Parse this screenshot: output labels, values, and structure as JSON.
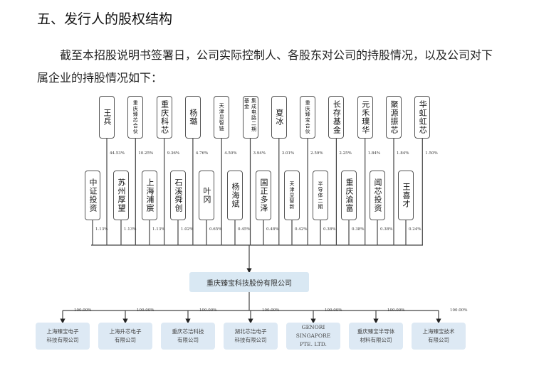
{
  "title": "五、发行人的股权结构",
  "paragraph": "截至本招股说明书签署日，公司实际控制人、各股东对公司的持股情况，以及公司对下属企业的持股情况如下：",
  "top_row": [
    {
      "name": "王兵",
      "pct": "44.53%",
      "big": true
    },
    {
      "name": "重庆臻芯合伙",
      "pct": "10.25%",
      "big": false
    },
    {
      "name": "重庆科芯",
      "pct": "9.36%",
      "big": true
    },
    {
      "name": "杨璐",
      "pct": "4.76%",
      "big": true
    },
    {
      "name": "天津显智链",
      "pct": "4.50%",
      "big": false
    },
    {
      "name": "集成电路二期基金",
      "pct": "3.94%",
      "big": false
    },
    {
      "name": "夏冰",
      "pct": "3.01%",
      "big": true
    },
    {
      "name": "重庆臻宝合伙",
      "pct": "2.59%",
      "big": false
    },
    {
      "name": "长存基金",
      "pct": "2.25%",
      "big": true
    },
    {
      "name": "元禾璞华",
      "pct": "1.84%",
      "big": true
    },
    {
      "name": "聚源振芯",
      "pct": "1.84%",
      "big": true
    },
    {
      "name": "华虹虹芯",
      "pct": "1.50%",
      "big": true
    }
  ],
  "second_row": [
    {
      "name": "中证投资",
      "pct": "1.13%",
      "big": true
    },
    {
      "name": "苏州厚望",
      "pct": "1.13%",
      "big": true
    },
    {
      "name": "上海浦宸",
      "pct": "1.13%",
      "big": true
    },
    {
      "name": "石溪舜创",
      "pct": "1.02%",
      "big": true
    },
    {
      "name": "叶冈",
      "pct": "0.65%",
      "big": true
    },
    {
      "name": "杨海斌",
      "pct": "0.45%",
      "big": true
    },
    {
      "name": "国正多泽",
      "pct": "0.48%",
      "big": true
    },
    {
      "name": "天津显智新",
      "pct": "0.42%",
      "big": false
    },
    {
      "name": "半导体二期",
      "pct": "0.38%",
      "big": false
    },
    {
      "name": "重庆渝富",
      "pct": "0.38%",
      "big": true
    },
    {
      "name": "闻芯投资",
      "pct": "0.38%",
      "big": true
    },
    {
      "name": "王喜才",
      "pct": "0.24%",
      "big": true
    }
  ],
  "company": "重庆臻宝科技股份有限公司",
  "subsidiaries": [
    {
      "line1": "上海臻宝电子",
      "line2": "科技有限公司",
      "pct": "100.00%"
    },
    {
      "line1": "上海升芯电子",
      "line2": "有限公司",
      "pct": "100.00%"
    },
    {
      "line1": "重庆芯洁科技",
      "line2": "有限公司",
      "pct": "100.00%"
    },
    {
      "line1": "湖北芯洁电子",
      "line2": "科技有限公司",
      "pct": "100.00%"
    },
    {
      "line1": "GENORI SINGAPORE",
      "line2": "PTE. LTD.",
      "pct": "100.00%"
    },
    {
      "line1": "重庆臻宝半导体",
      "line2": "材料有限公司",
      "pct": "100.00%"
    },
    {
      "line1": "上海臻宝技术",
      "line2": "有限公司",
      "pct": "100.00%"
    }
  ]
}
